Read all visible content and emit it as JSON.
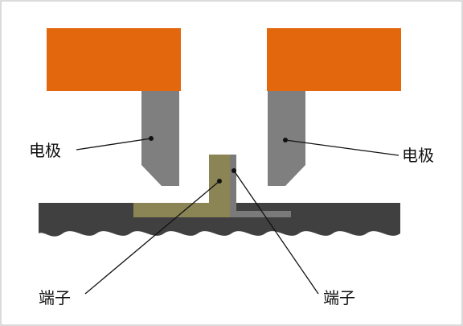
{
  "labels": {
    "electrode_left": "电极",
    "electrode_right": "电极",
    "terminal_left": "端子",
    "terminal_right": "端子"
  },
  "colors": {
    "frame": "#cfcfcf",
    "electrode_holder": "#e3670c",
    "electrode_tip": "#7f7f7f",
    "base": "#404040",
    "terminal_olive": "#8b8455",
    "terminal_gray": "#7a7a7a",
    "leader_line": "#111111"
  }
}
